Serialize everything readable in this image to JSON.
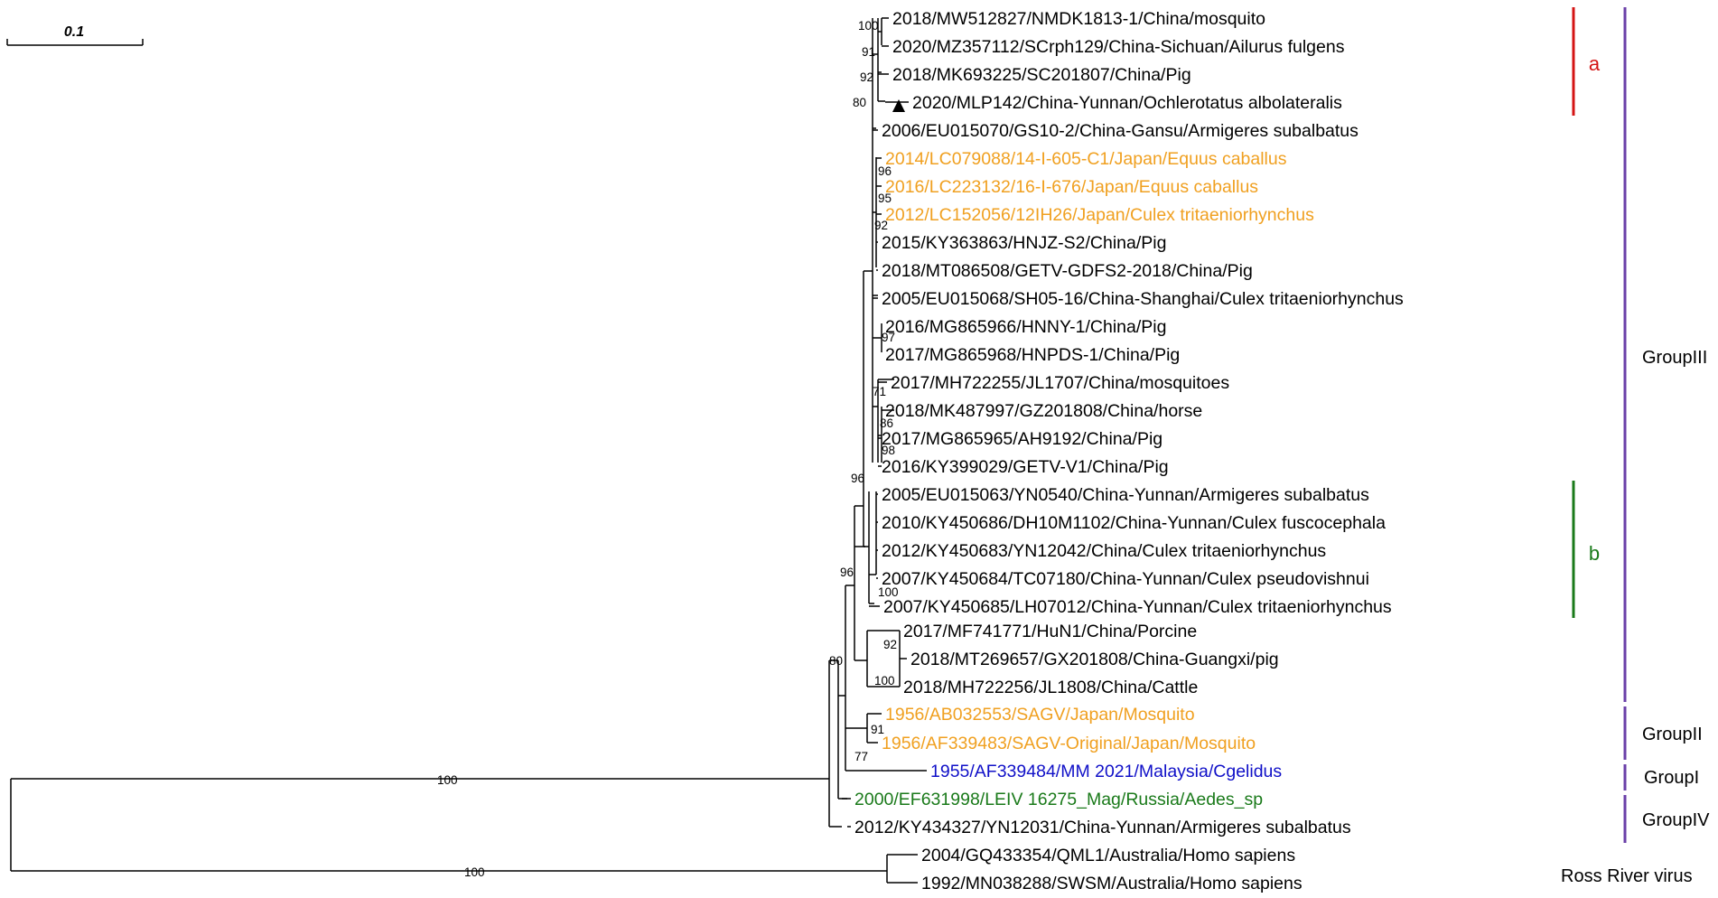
{
  "scale_bar": {
    "label": "0.1"
  },
  "colors": {
    "black": "#000000",
    "orange": "#f0a020",
    "blue": "#1010c8",
    "green": "#1a7a1a",
    "red": "#d41414",
    "purple": "#6a3fa8",
    "bracket_green": "#1a7a1a"
  },
  "tips": [
    {
      "label": "2018/MW512827/NMDK1813-1/China/mosquito",
      "color": "black"
    },
    {
      "label": "2020/MZ357112/SCrph129/China-Sichuan/Ailurus fulgens",
      "color": "black"
    },
    {
      "label": "2018/MK693225/SC201807/China/Pig",
      "color": "black"
    },
    {
      "label": "2020/MLP142/China-Yunnan/Ochlerotatus albolateralis",
      "color": "black",
      "marker": "triangle"
    },
    {
      "label": "2006/EU015070/GS10-2/China-Gansu/Armigeres subalbatus",
      "color": "black"
    },
    {
      "label": "2014/LC079088/14-I-605-C1/Japan/Equus caballus",
      "color": "orange"
    },
    {
      "label": "2016/LC223132/16-I-676/Japan/Equus caballus",
      "color": "orange"
    },
    {
      "label": "2012/LC152056/12IH26/Japan/Culex tritaeniorhynchus",
      "color": "orange"
    },
    {
      "label": "2015/KY363863/HNJZ-S2/China/Pig",
      "color": "black"
    },
    {
      "label": "2018/MT086508/GETV-GDFS2-2018/China/Pig",
      "color": "black"
    },
    {
      "label": "2005/EU015068/SH05-16/China-Shanghai/Culex tritaeniorhynchus",
      "color": "black"
    },
    {
      "label": "2016/MG865966/HNNY-1/China/Pig",
      "color": "black"
    },
    {
      "label": "2017/MG865968/HNPDS-1/China/Pig",
      "color": "black"
    },
    {
      "label": "2017/MH722255/JL1707/China/mosquitoes",
      "color": "black"
    },
    {
      "label": "2018/MK487997/GZ201808/China/horse",
      "color": "black"
    },
    {
      "label": "2017/MG865965/AH9192/China/Pig",
      "color": "black"
    },
    {
      "label": "2016/KY399029/GETV-V1/China/Pig",
      "color": "black"
    },
    {
      "label": "2005/EU015063/YN0540/China-Yunnan/Armigeres subalbatus",
      "color": "black"
    },
    {
      "label": "2010/KY450686/DH10M1102/China-Yunnan/Culex fuscocephala",
      "color": "black"
    },
    {
      "label": "2012/KY450683/YN12042/China/Culex tritaeniorhynchus",
      "color": "black"
    },
    {
      "label": "2007/KY450684/TC07180/China-Yunnan/Culex pseudovishnui",
      "color": "black"
    },
    {
      "label": "2007/KY450685/LH07012/China-Yunnan/Culex tritaeniorhynchus",
      "color": "black"
    },
    {
      "label": "2017/MF741771/HuN1/China/Porcine",
      "color": "black"
    },
    {
      "label": "2018/MT269657/GX201808/China-Guangxi/pig",
      "color": "black"
    },
    {
      "label": "2018/MH722256/JL1808/China/Cattle",
      "color": "black"
    },
    {
      "label": "1956/AB032553/SAGV/Japan/Mosquito",
      "color": "orange"
    },
    {
      "label": "1956/AF339483/SAGV-Original/Japan/Mosquito",
      "color": "orange"
    },
    {
      "label": "1955/AF339484/MM 2021/Malaysia/Cgelidus",
      "color": "blue"
    },
    {
      "label": "2000/EF631998/LEIV 16275_Mag/Russia/Aedes_sp",
      "color": "green"
    },
    {
      "label": "2012/KY434327/YN12031/China-Yunnan/Armigeres subalbatus",
      "color": "black"
    },
    {
      "label": "2004/GQ433354/QML1/Australia/Homo sapiens",
      "color": "black"
    },
    {
      "label": "1992/MN038288/SWSM/Australia/Homo sapiens",
      "color": "black"
    }
  ],
  "bootstrap": [
    "100",
    "91",
    "92",
    "80",
    "96",
    "95",
    "92",
    "97",
    "71",
    "86",
    "98",
    "96",
    "100",
    "96",
    "92",
    "100",
    "80",
    "91",
    "77",
    "100",
    "100"
  ],
  "subclades": [
    {
      "label": "a",
      "color": "red"
    },
    {
      "label": "b",
      "color": "bracket_green"
    }
  ],
  "groups": [
    {
      "label": "GroupIII"
    },
    {
      "label": "GroupII"
    },
    {
      "label": "GroupI"
    },
    {
      "label": "GroupIV"
    },
    {
      "label": "Ross River virus"
    }
  ]
}
